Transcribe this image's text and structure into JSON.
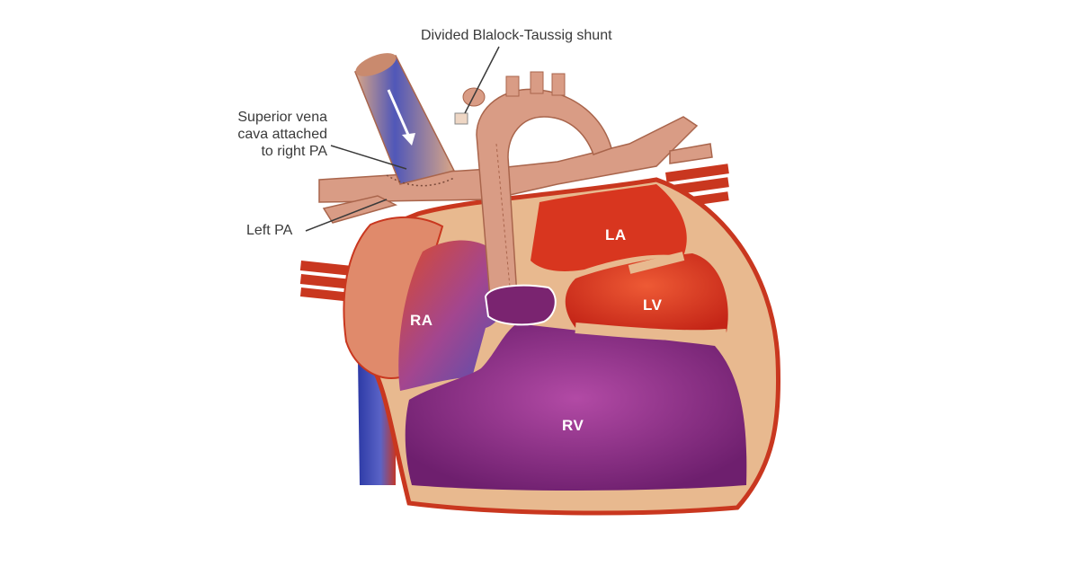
{
  "labels": {
    "shunt": "Divided Blalock-Taussig shunt",
    "svc": [
      "Superior vena",
      "cava attached",
      "to right PA"
    ],
    "left_pa": "Left PA"
  },
  "chambers": {
    "la": "LA",
    "lv": "LV",
    "ra": "RA",
    "rv": "RV"
  },
  "colors": {
    "outline": "#c9371f",
    "tissue": "#e8b98f",
    "oxygenated": "#d8361f",
    "deoxygenated_blue": "#4b4fb0",
    "rv_purple": "#8a2c86",
    "aorta": "#d99c85",
    "label_text": "#3a3a3a"
  },
  "icons": [
    "flow-arrow-icon"
  ]
}
